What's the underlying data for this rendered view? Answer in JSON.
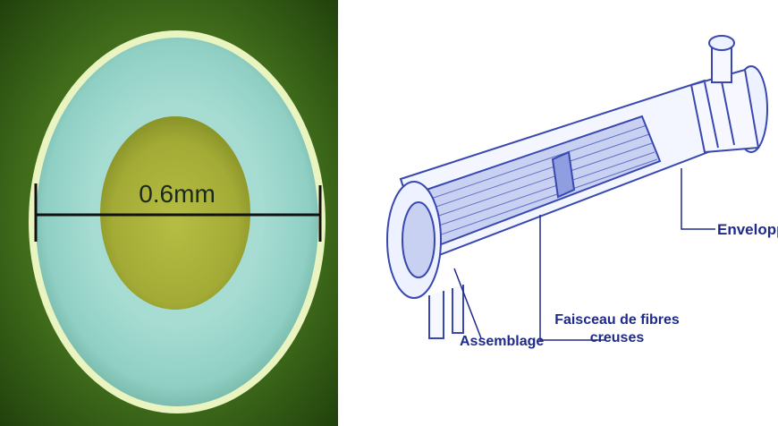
{
  "photo": {
    "scale_label": "0.6mm"
  },
  "diagram": {
    "labels": {
      "enveloppe": "Enveloppe",
      "faisceau_line1": "Faisceau de fibres",
      "faisceau_line2": "creuses",
      "assemblage": "Assemblage"
    }
  },
  "colors": {
    "fiber_ring": "#8fcfc4",
    "lumen": "#a9b33e",
    "background_green": "#3e6a1a",
    "diagram_blue": "#3848b0",
    "label_blue": "#1f2a8a"
  }
}
